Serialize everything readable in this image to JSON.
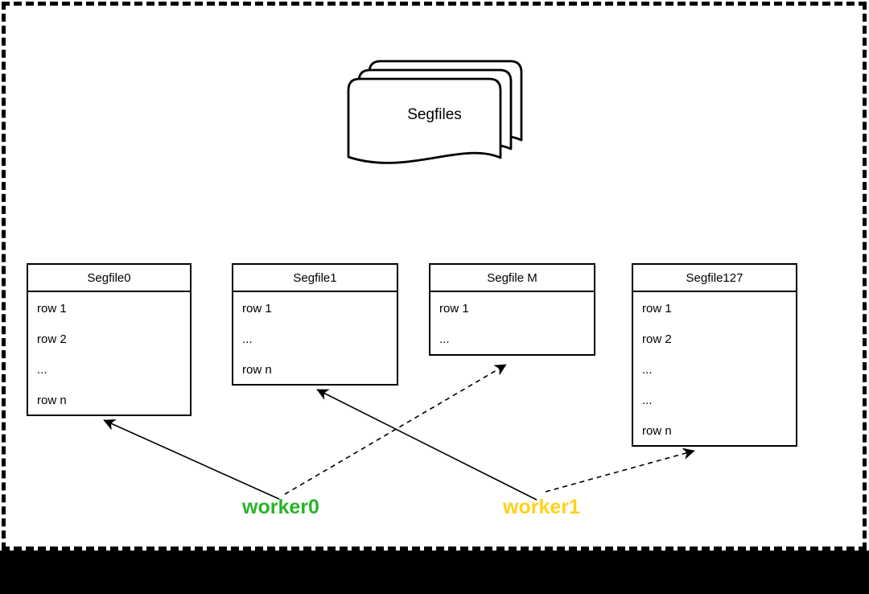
{
  "canvas": {
    "background": "#ffffff",
    "border_color": "#000000",
    "bottom_band_color": "#000000",
    "line_color": "#000000"
  },
  "stack": {
    "label": "Segfiles",
    "pages": 3
  },
  "segfiles": [
    {
      "title": "Segfile0",
      "rows": [
        "row 1",
        "row 2",
        "...",
        "row n"
      ]
    },
    {
      "title": "Segfile1",
      "rows": [
        "row 1",
        "...",
        "row n"
      ]
    },
    {
      "title": "Segfile M",
      "rows": [
        "row 1",
        "..."
      ]
    },
    {
      "title": "Segfile127",
      "rows": [
        "row 1",
        "row 2",
        "...",
        "...",
        "row n"
      ]
    }
  ],
  "workers": [
    {
      "label": "worker0",
      "color": "#28b428"
    },
    {
      "label": "worker1",
      "color": "#ffd11a"
    }
  ],
  "edges": [
    {
      "from": "worker0",
      "to": "Segfile0",
      "style": "solid"
    },
    {
      "from": "worker0",
      "to": "Segfile M",
      "style": "dashed"
    },
    {
      "from": "worker1",
      "to": "Segfile1",
      "style": "solid"
    },
    {
      "from": "worker1",
      "to": "Segfile127",
      "style": "dashed"
    }
  ]
}
